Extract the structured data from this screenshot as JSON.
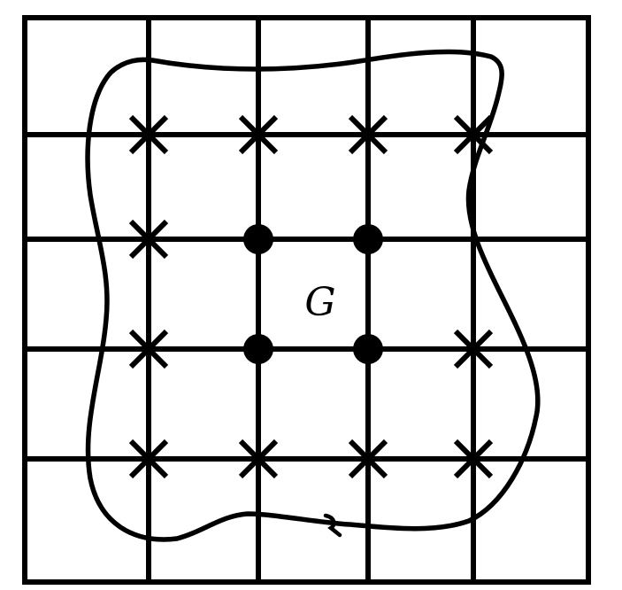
{
  "diagram": {
    "region_label": "G",
    "line_color": "#000000",
    "background_color": "#ffffff",
    "grid": {
      "columns": 5,
      "rows": 5
    },
    "interior_nodes": [
      [
        2,
        2
      ],
      [
        3,
        2
      ],
      [
        2,
        3
      ],
      [
        3,
        3
      ]
    ],
    "boundary_nodes": [
      [
        1,
        1
      ],
      [
        2,
        1
      ],
      [
        3,
        1
      ],
      [
        4,
        1
      ],
      [
        1,
        2
      ],
      [
        1,
        3
      ],
      [
        4,
        3
      ],
      [
        1,
        4
      ],
      [
        2,
        4
      ],
      [
        3,
        4
      ],
      [
        4,
        4
      ]
    ],
    "interior_node_symbol": "filled-dot",
    "boundary_node_symbol": "cross"
  }
}
